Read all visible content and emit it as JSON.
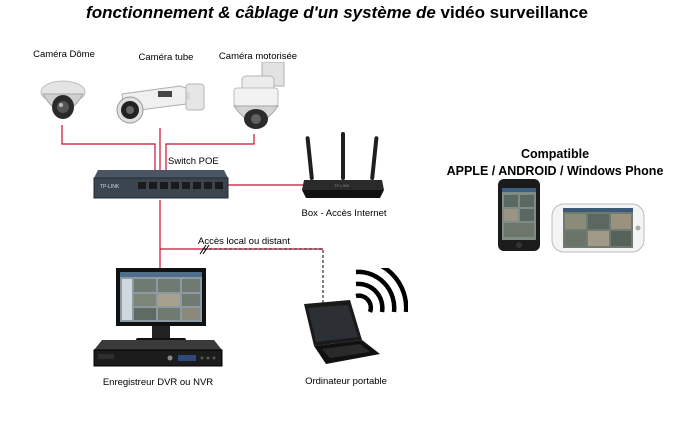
{
  "title": {
    "part1": "fonctionnement & câblage d'un système de",
    "part2": "vidéo surveillance"
  },
  "labels": {
    "camera_dome": "Caméra Dôme",
    "camera_tube": "Caméra tube",
    "camera_motor": "Caméra motorisée",
    "switch_poe": "Switch POE",
    "box": "Box - Accès Internet",
    "access": "Accès local ou distant",
    "recorder": "Enregistreur DVR ou NVR",
    "laptop": "Ordinateur portable"
  },
  "compat": {
    "line1": "Compatible",
    "line2": "APPLE / ANDROID / Windows Phone"
  },
  "colors": {
    "wire": "#c8102e",
    "remote_link": "#000000"
  },
  "icons": [
    "dome-camera-icon",
    "tube-camera-icon",
    "motorized-camera-icon",
    "poe-switch-icon",
    "router-icon",
    "dvr-recorder-icon",
    "monitor-icon",
    "laptop-icon",
    "wifi-signal-icon",
    "smartphone-icon"
  ]
}
